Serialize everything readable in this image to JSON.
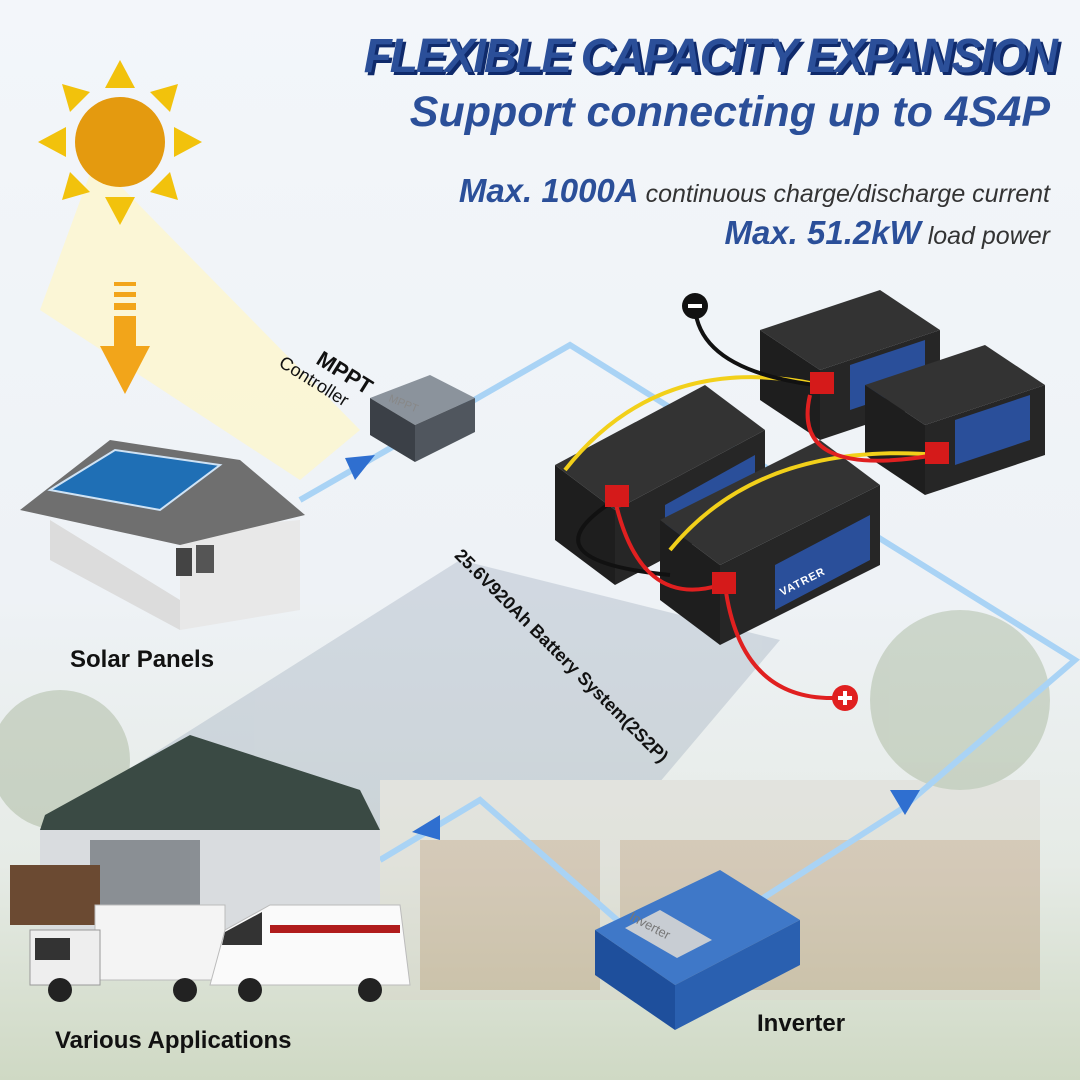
{
  "header": {
    "title": "FLEXIBLE CAPACITY EXPANSION",
    "subtitle": "Support connecting up to 4S4P",
    "spec1_value": "Max. 1000A",
    "spec1_text": "continuous charge/discharge current",
    "spec2_value": "Max. 51.2kW",
    "spec2_text": "load power"
  },
  "labels": {
    "mppt_title": "MPPT",
    "mppt_sub": "Controller",
    "mppt_box": "MPPT",
    "solar": "Solar Panels",
    "system": "25.6V920Ah Battery System(2S2P)",
    "inverter_box": "Inverter",
    "inverter": "Inverter",
    "applications": "Various Applications"
  },
  "battery_brand": "VATRER",
  "colors": {
    "brand_blue": "#2b4f99",
    "flow": "#a9d3f5",
    "positive": "#e02020",
    "sun": "#f2c20c"
  }
}
